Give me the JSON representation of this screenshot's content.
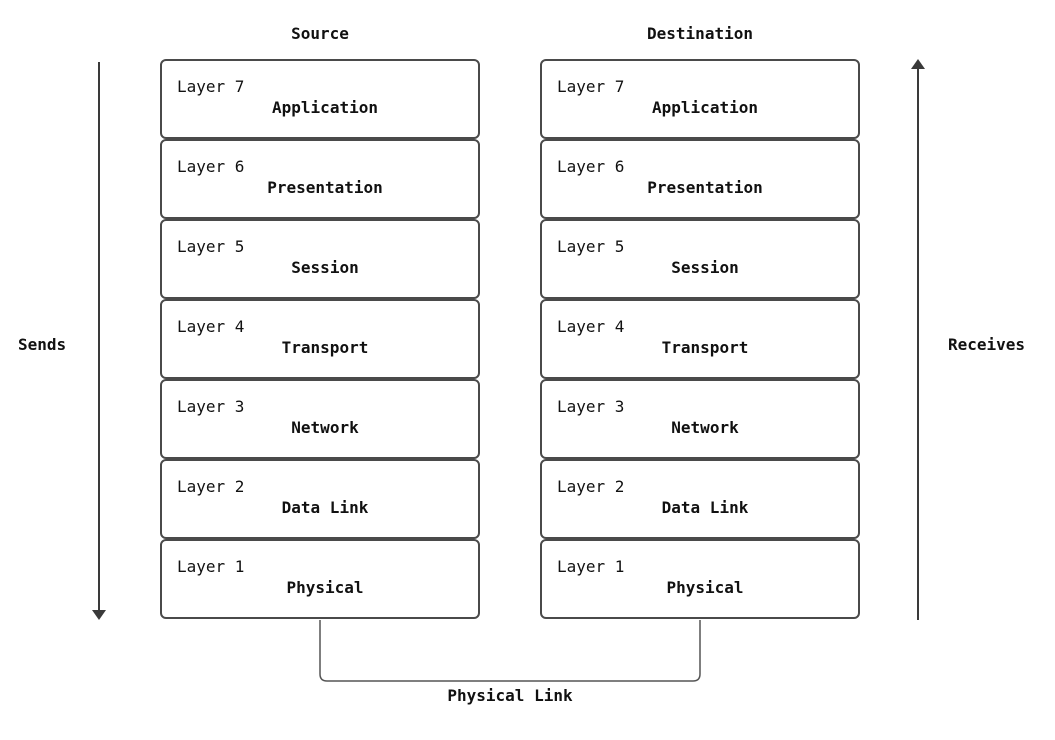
{
  "source": {
    "title": "Source",
    "layers": [
      {
        "num": "Layer 7",
        "name": "Application"
      },
      {
        "num": "Layer 6",
        "name": "Presentation"
      },
      {
        "num": "Layer 5",
        "name": "Session"
      },
      {
        "num": "Layer 4",
        "name": "Transport"
      },
      {
        "num": "Layer 3",
        "name": "Network"
      },
      {
        "num": "Layer 2",
        "name": "Data Link"
      },
      {
        "num": "Layer 1",
        "name": "Physical"
      }
    ]
  },
  "destination": {
    "title": "Destination",
    "layers": [
      {
        "num": "Layer 7",
        "name": "Application"
      },
      {
        "num": "Layer 6",
        "name": "Presentation"
      },
      {
        "num": "Layer 5",
        "name": "Session"
      },
      {
        "num": "Layer 4",
        "name": "Transport"
      },
      {
        "num": "Layer 3",
        "name": "Network"
      },
      {
        "num": "Layer 2",
        "name": "Data Link"
      },
      {
        "num": "Layer 1",
        "name": "Physical"
      }
    ]
  },
  "labels": {
    "sends": "Sends",
    "receives": "Receives",
    "physical_link": "Physical Link"
  },
  "colors": {
    "border": "#4a4a4a",
    "arrow": "#3a3a3a",
    "text": "#111111"
  }
}
